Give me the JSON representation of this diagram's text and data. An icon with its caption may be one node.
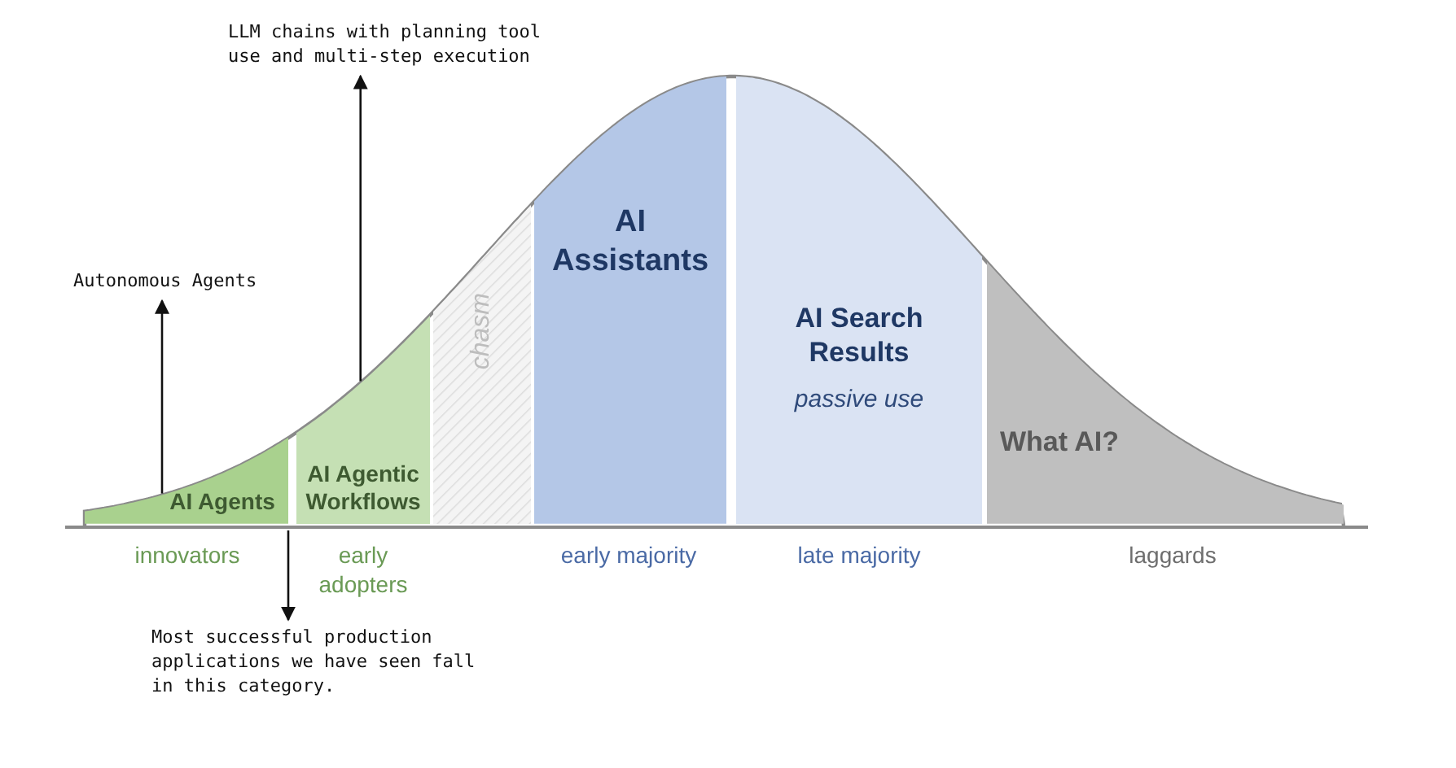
{
  "diagram": {
    "nodes": [
      {
        "text": [
          "AI Agents"
        ]
      },
      {
        "text": [
          "AI Agentic Workflows"
        ]
      },
      {
        "text": [
          "chasm"
        ]
      },
      {
        "text": [
          "AI Assistants"
        ]
      },
      {
        "text": [
          "AI Search Results",
          "passive use"
        ]
      },
      {
        "text": [
          "What AI?"
        ]
      },
      {
        "text": [
          "Autonomous Agents"
        ]
      },
      {
        "text": [
          "LLM chains with planning tool use and multi-step execution"
        ]
      },
      {
        "text": [
          "Most successful production applications we have seen fall in this category."
        ]
      }
    ],
    "edges": [
      {
        "from": 0,
        "to": 6,
        "arrow": "to"
      },
      {
        "from": 1,
        "to": 7,
        "arrow": "to"
      },
      {
        "from": 0,
        "to": 8,
        "arrow": "to"
      }
    ],
    "labels": [
      "innovators",
      "early adopters",
      "early majority",
      "late majority",
      "laggards"
    ]
  }
}
